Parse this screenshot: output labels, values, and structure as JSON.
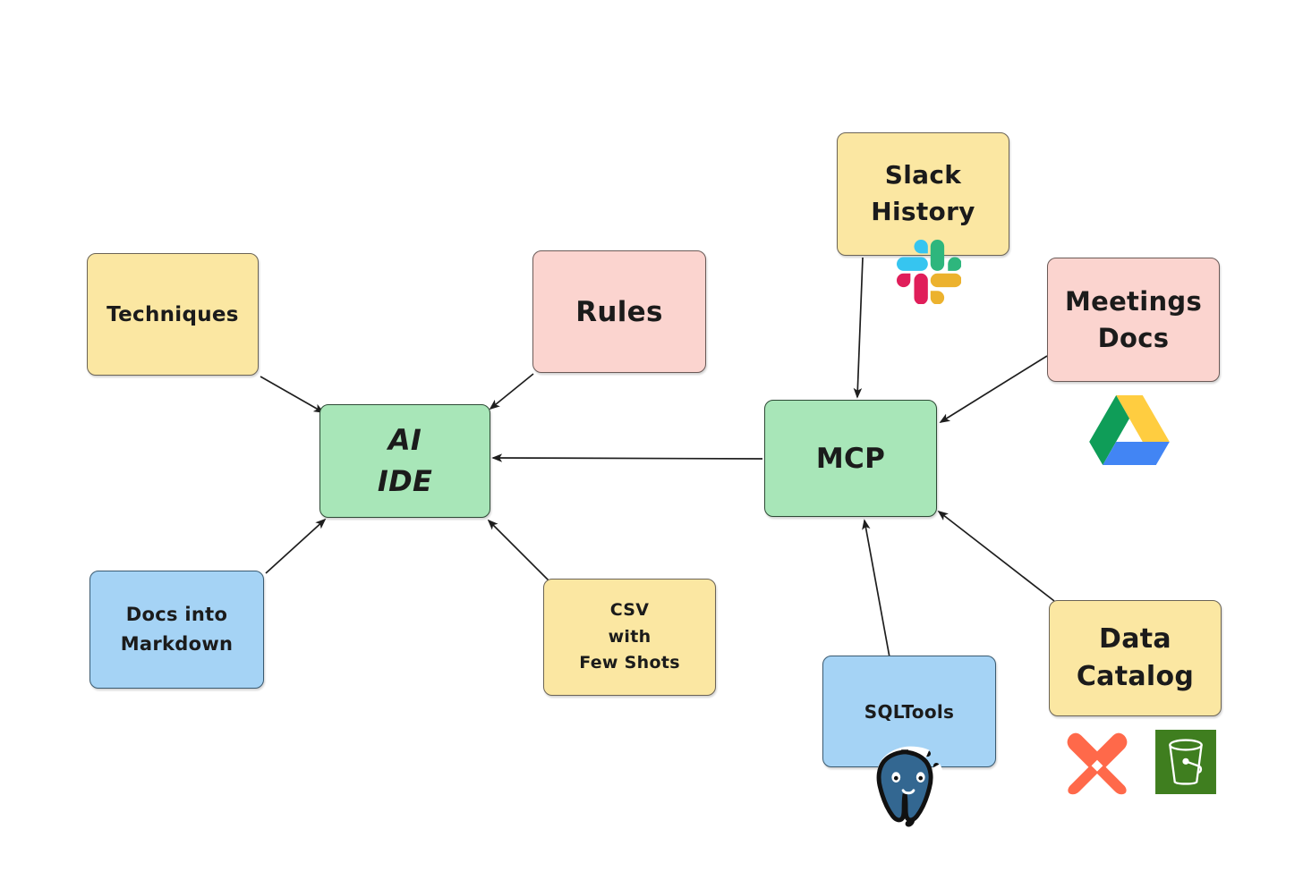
{
  "diagram": {
    "title": "AI IDE and MCP architecture mind map",
    "background": "#ffffff",
    "stroke": "#1e1e1e",
    "palette": {
      "yellow": "#fbe7a2",
      "pink": "#fbd4cf",
      "green": "#a8e6b8",
      "blue": "#a5d3f5"
    }
  },
  "nodes": {
    "techniques": {
      "label": "Techniques",
      "color": "yellow"
    },
    "rules": {
      "label": "Rules",
      "color": "pink"
    },
    "ai_ide": {
      "line1": "AI",
      "line2": "IDE",
      "color": "green"
    },
    "docs_markdown": {
      "line1": "Docs into",
      "line2": "Markdown",
      "color": "blue"
    },
    "csv_few_shots": {
      "line1": "CSV",
      "line2": "with",
      "line3": "Few Shots",
      "color": "yellow"
    },
    "slack_history": {
      "line1": "Slack",
      "line2": "History",
      "color": "yellow"
    },
    "mcp": {
      "label": "MCP",
      "color": "green"
    },
    "meetings_docs": {
      "line1": "Meetings",
      "line2": "Docs",
      "color": "pink"
    },
    "data_catalog": {
      "line1": "Data",
      "line2": "Catalog",
      "color": "yellow"
    },
    "sqltools": {
      "label": "SQLTools",
      "color": "blue"
    }
  },
  "logos": [
    {
      "name": "slack-logo",
      "attached_to": "slack_history",
      "colors": [
        "#36C5F0",
        "#2EB67D",
        "#E01E5A",
        "#ECB22E"
      ]
    },
    {
      "name": "google-drive-logo",
      "attached_to": "meetings_docs",
      "colors": [
        "#0F9D58",
        "#FFCD40",
        "#4285F4"
      ]
    },
    {
      "name": "postgresql-logo",
      "attached_to": "sqltools",
      "colors": [
        "#336791",
        "#ffffff",
        "#000000"
      ]
    },
    {
      "name": "dbt-logo",
      "attached_to": "data_catalog",
      "colors": [
        "#FF694A"
      ]
    },
    {
      "name": "amazon-s3-logo",
      "attached_to": "data_catalog",
      "colors": [
        "#3F7E1F",
        "#ffffff"
      ]
    }
  ],
  "edges": [
    {
      "from": "techniques",
      "to": "ai_ide",
      "arrow": "to"
    },
    {
      "from": "rules",
      "to": "ai_ide",
      "arrow": "to"
    },
    {
      "from": "docs_markdown",
      "to": "ai_ide",
      "arrow": "to"
    },
    {
      "from": "csv_few_shots",
      "to": "ai_ide",
      "arrow": "to"
    },
    {
      "from": "mcp",
      "to": "ai_ide",
      "arrow": "to"
    },
    {
      "from": "slack_history",
      "to": "mcp",
      "arrow": "to"
    },
    {
      "from": "meetings_docs",
      "to": "mcp",
      "arrow": "to"
    },
    {
      "from": "data_catalog",
      "to": "mcp",
      "arrow": "to"
    },
    {
      "from": "sqltools",
      "to": "mcp",
      "arrow": "to"
    }
  ]
}
